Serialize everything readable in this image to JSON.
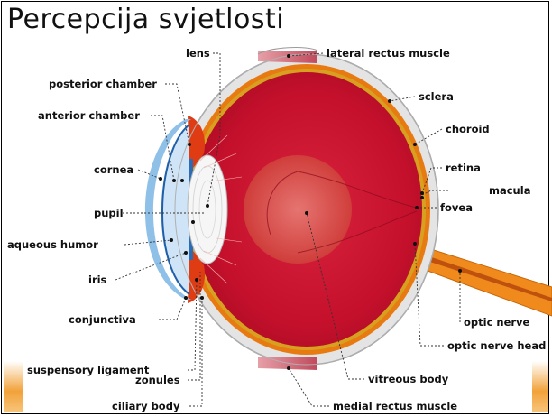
{
  "title": "Percepcija svjetlosti",
  "labels": {
    "lens": "lens",
    "lateral_rectus_muscle": "lateral rectus muscle",
    "posterior_chamber": "posterior chamber",
    "sclera": "sclera",
    "anterior_chamber": "anterior chamber",
    "choroid": "choroid",
    "cornea": "cornea",
    "retina": "retina",
    "macula": "macula",
    "pupil": "pupil",
    "fovea": "fovea",
    "aqueous_humor": "aqueous humor",
    "iris": "iris",
    "conjunctiva": "conjunctiva",
    "optic_nerve": "optic nerve",
    "optic_nerve_head": "optic nerve head",
    "suspensory_ligament": "suspensory ligament",
    "zonules": "zonules",
    "vitreous_body": "vitreous body",
    "ciliary_body": "ciliary body",
    "medial_rectus_muscle": "medial rectus muscle"
  },
  "colors": {
    "vitreous": "#c8102e",
    "sclera": "#e6e6e6",
    "choroid": "#e6730f",
    "optic_nerve": "#f08a1c",
    "cornea": "#b8d8f2",
    "lens": "#f4f4f4"
  }
}
